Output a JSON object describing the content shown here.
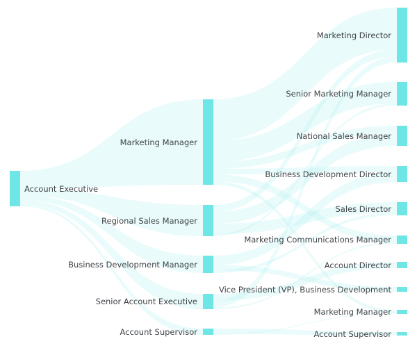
{
  "colors": {
    "node": "#6fe6e6",
    "link": "#bff3f3",
    "text": "#3f4348"
  },
  "chart_data": {
    "type": "sankey",
    "columns": [
      [
        {
          "id": "ae",
          "label": "Account Executive",
          "value": 51
        }
      ],
      [
        {
          "id": "mm",
          "label": "Marketing Manager",
          "value": 123
        },
        {
          "id": "rsm",
          "label": "Regional Sales Manager",
          "value": 45
        },
        {
          "id": "bdm",
          "label": "Business Development Manager",
          "value": 25
        },
        {
          "id": "sae",
          "label": "Senior Account Executive",
          "value": 22
        },
        {
          "id": "as",
          "label": "Account Supervisor",
          "value": 9
        }
      ],
      [
        {
          "id": "md",
          "label": "Marketing Director",
          "value": 79
        },
        {
          "id": "smm",
          "label": "Senior Marketing Manager",
          "value": 34
        },
        {
          "id": "nsm",
          "label": "National Sales Manager",
          "value": 29
        },
        {
          "id": "bdd",
          "label": "Business Development Director",
          "value": 23
        },
        {
          "id": "sd",
          "label": "Sales Director",
          "value": 19
        },
        {
          "id": "mcm",
          "label": "Marketing Communications Manager",
          "value": 12
        },
        {
          "id": "ad",
          "label": "Account Director",
          "value": 9
        },
        {
          "id": "vp",
          "label": "Vice President (VP), Business Development",
          "value": 7
        },
        {
          "id": "mm2",
          "label": "Marketing Manager",
          "value": 6
        },
        {
          "id": "as2",
          "label": "Account Supervisor",
          "value": 5
        }
      ]
    ],
    "links": [
      {
        "source": "ae",
        "target": "mm",
        "value": 25
      },
      {
        "source": "ae",
        "target": "rsm",
        "value": 10
      },
      {
        "source": "ae",
        "target": "bdm",
        "value": 7
      },
      {
        "source": "ae",
        "target": "sae",
        "value": 6
      },
      {
        "source": "ae",
        "target": "as",
        "value": 3
      },
      {
        "source": "mm",
        "target": "md",
        "value": 60
      },
      {
        "source": "mm",
        "target": "smm",
        "value": 30
      },
      {
        "source": "mm",
        "target": "nsm",
        "value": 10
      },
      {
        "source": "mm",
        "target": "bdd",
        "value": 8
      },
      {
        "source": "mm",
        "target": "mcm",
        "value": 10
      },
      {
        "source": "mm",
        "target": "mm2",
        "value": 5
      },
      {
        "source": "rsm",
        "target": "md",
        "value": 10
      },
      {
        "source": "rsm",
        "target": "nsm",
        "value": 17
      },
      {
        "source": "rsm",
        "target": "sd",
        "value": 15
      },
      {
        "source": "rsm",
        "target": "smm",
        "value": 3
      },
      {
        "source": "bdm",
        "target": "bdd",
        "value": 13
      },
      {
        "source": "bdm",
        "target": "vp",
        "value": 7
      },
      {
        "source": "bdm",
        "target": "sd",
        "value": 4
      },
      {
        "source": "sae",
        "target": "ad",
        "value": 9
      },
      {
        "source": "sae",
        "target": "md",
        "value": 9
      },
      {
        "source": "sae",
        "target": "mcm",
        "value": 2
      },
      {
        "source": "as",
        "target": "as2",
        "value": 5
      },
      {
        "source": "as",
        "target": "mm2",
        "value": 1
      }
    ]
  }
}
